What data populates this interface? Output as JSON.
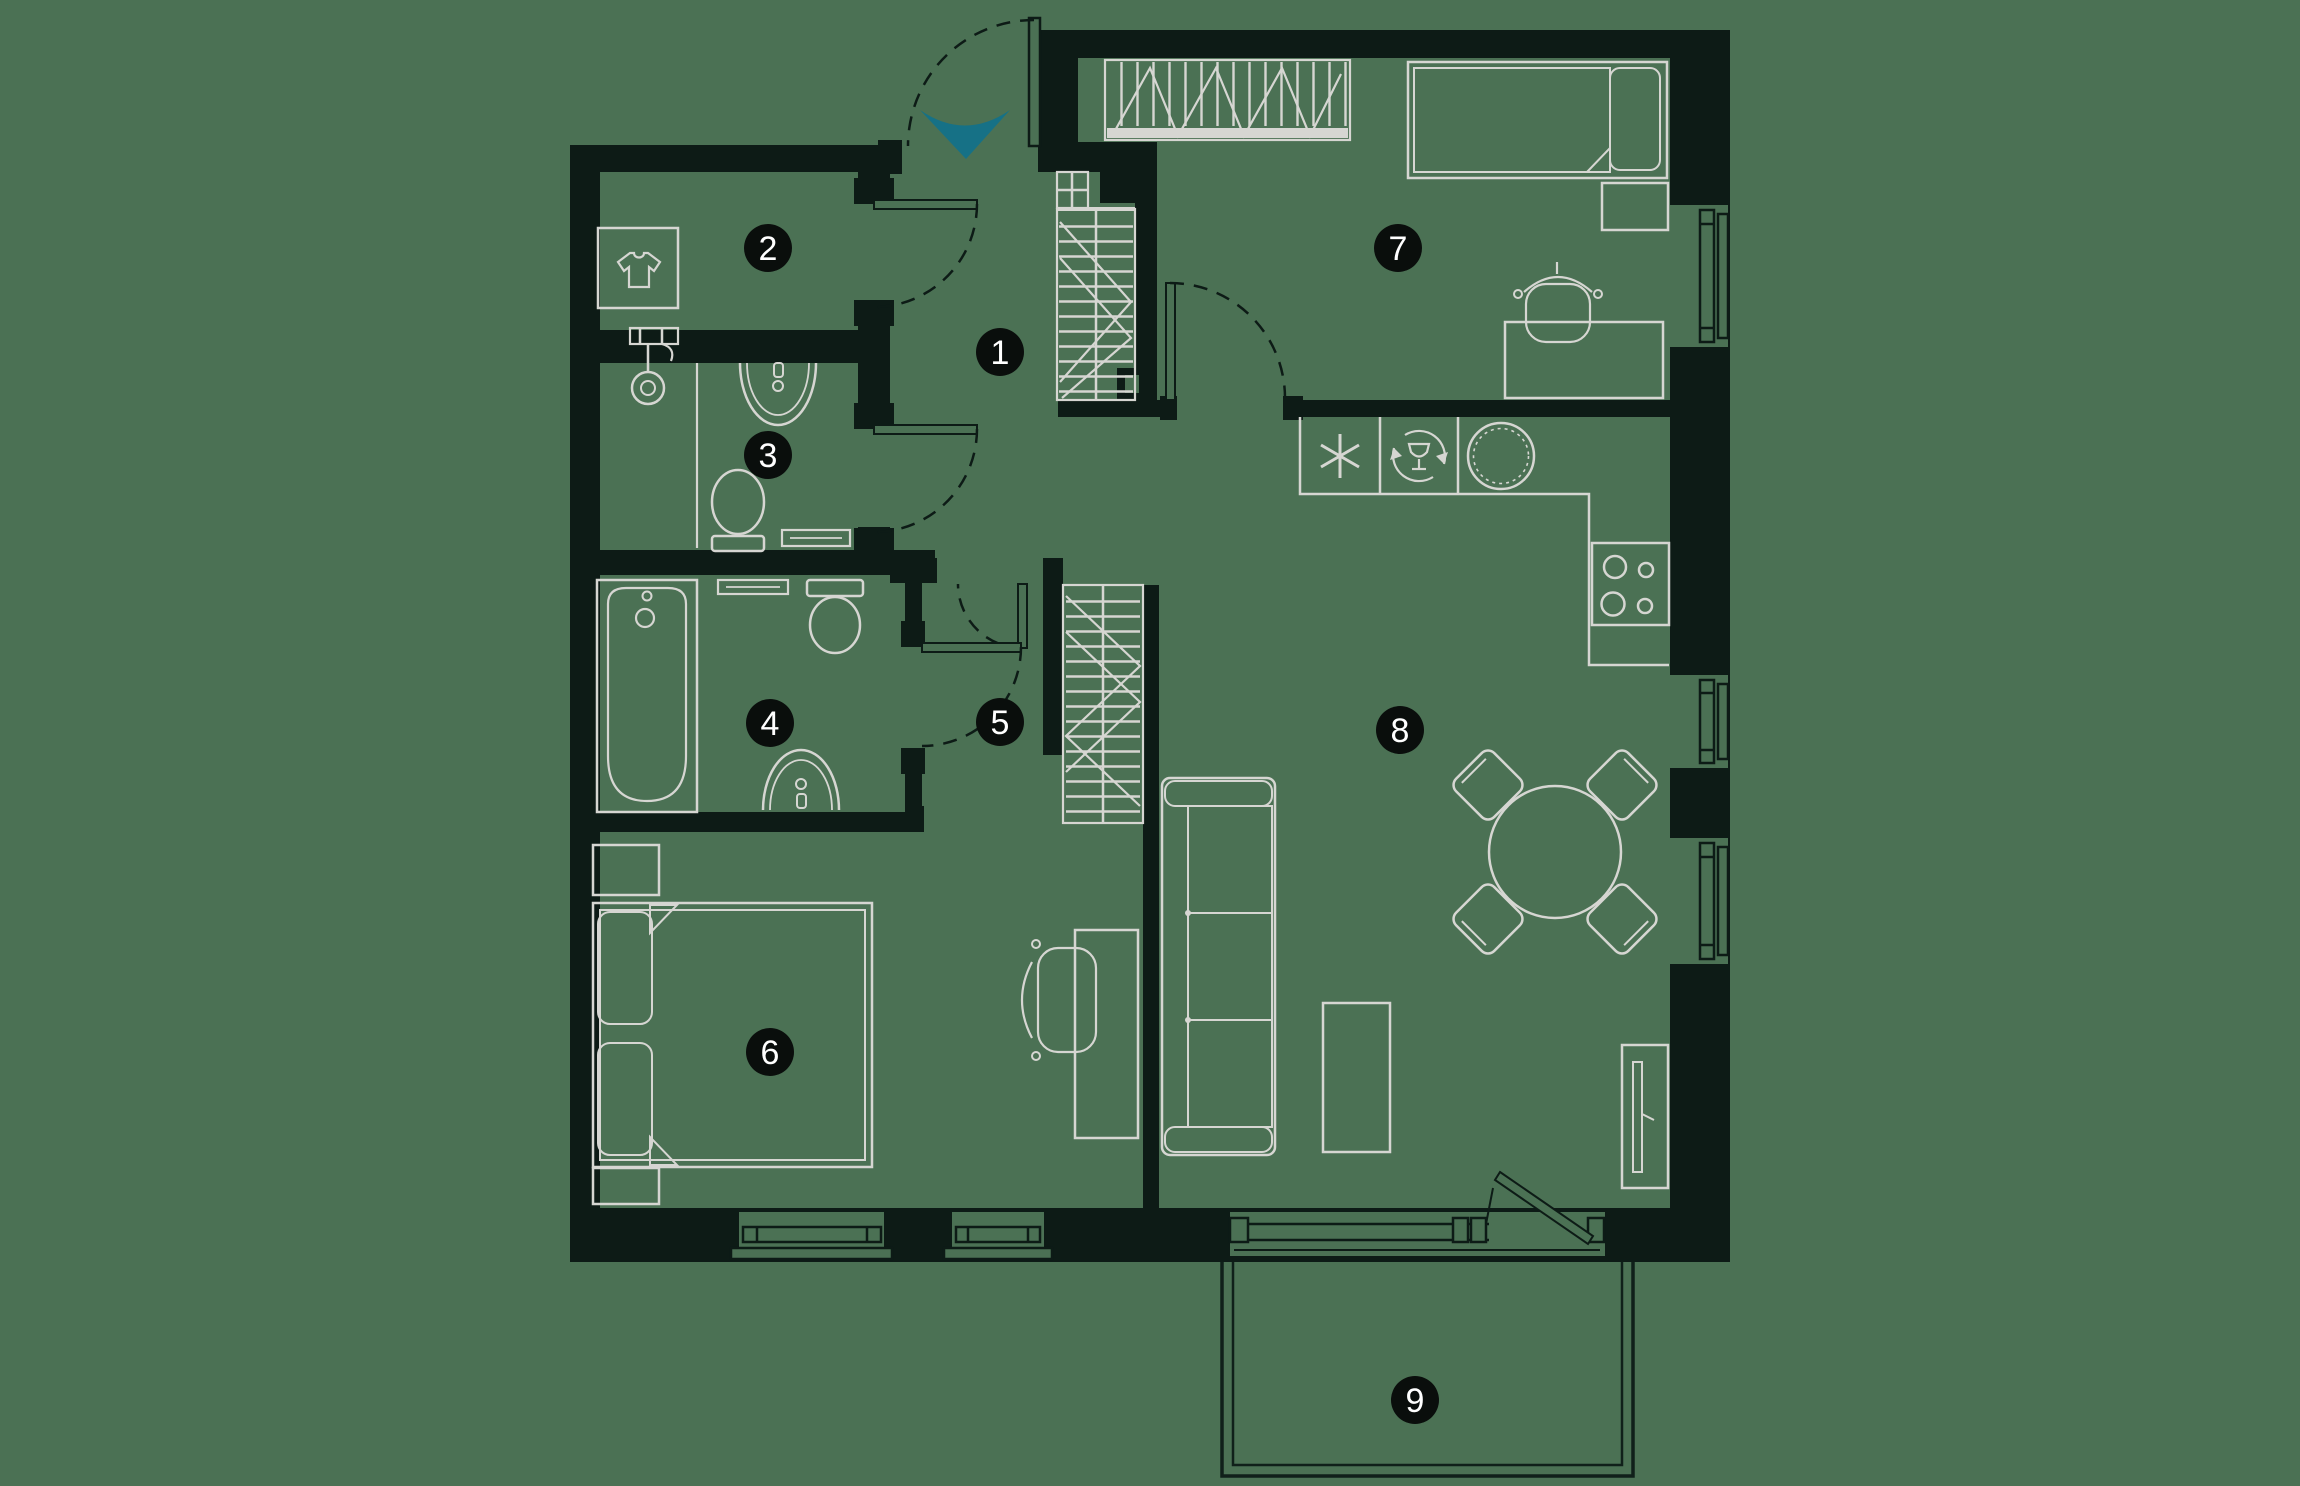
{
  "floor_plan": {
    "room_badges": [
      {
        "number": "1"
      },
      {
        "number": "2"
      },
      {
        "number": "3"
      },
      {
        "number": "4"
      },
      {
        "number": "5"
      },
      {
        "number": "6"
      },
      {
        "number": "7"
      },
      {
        "number": "8"
      },
      {
        "number": "9"
      }
    ],
    "entrance": {
      "arrow_icon": "entrance-direction-arrow"
    },
    "icons": [
      "shirt-icon",
      "shower-icon",
      "washbasin-icon",
      "toilet-icon",
      "bathtub-icon",
      "towel-rail-icon",
      "double-bed-icon",
      "single-bed-icon",
      "wardrobe-hangers-icon",
      "desk-chair-icon",
      "sofa-icon",
      "coffee-table-icon",
      "dining-table-icon",
      "snowflake-fridge-icon",
      "dishwasher-icon",
      "kitchen-sink-icon",
      "stove-icon",
      "tv-icon"
    ],
    "colors": {
      "background": "#4b7154",
      "walls": "#0d1b16",
      "furniture_lines": "#d6d6d2",
      "accent_teal": "#167186",
      "badge_fill": "#0a0e0c",
      "badge_text": "#ffffff"
    }
  }
}
